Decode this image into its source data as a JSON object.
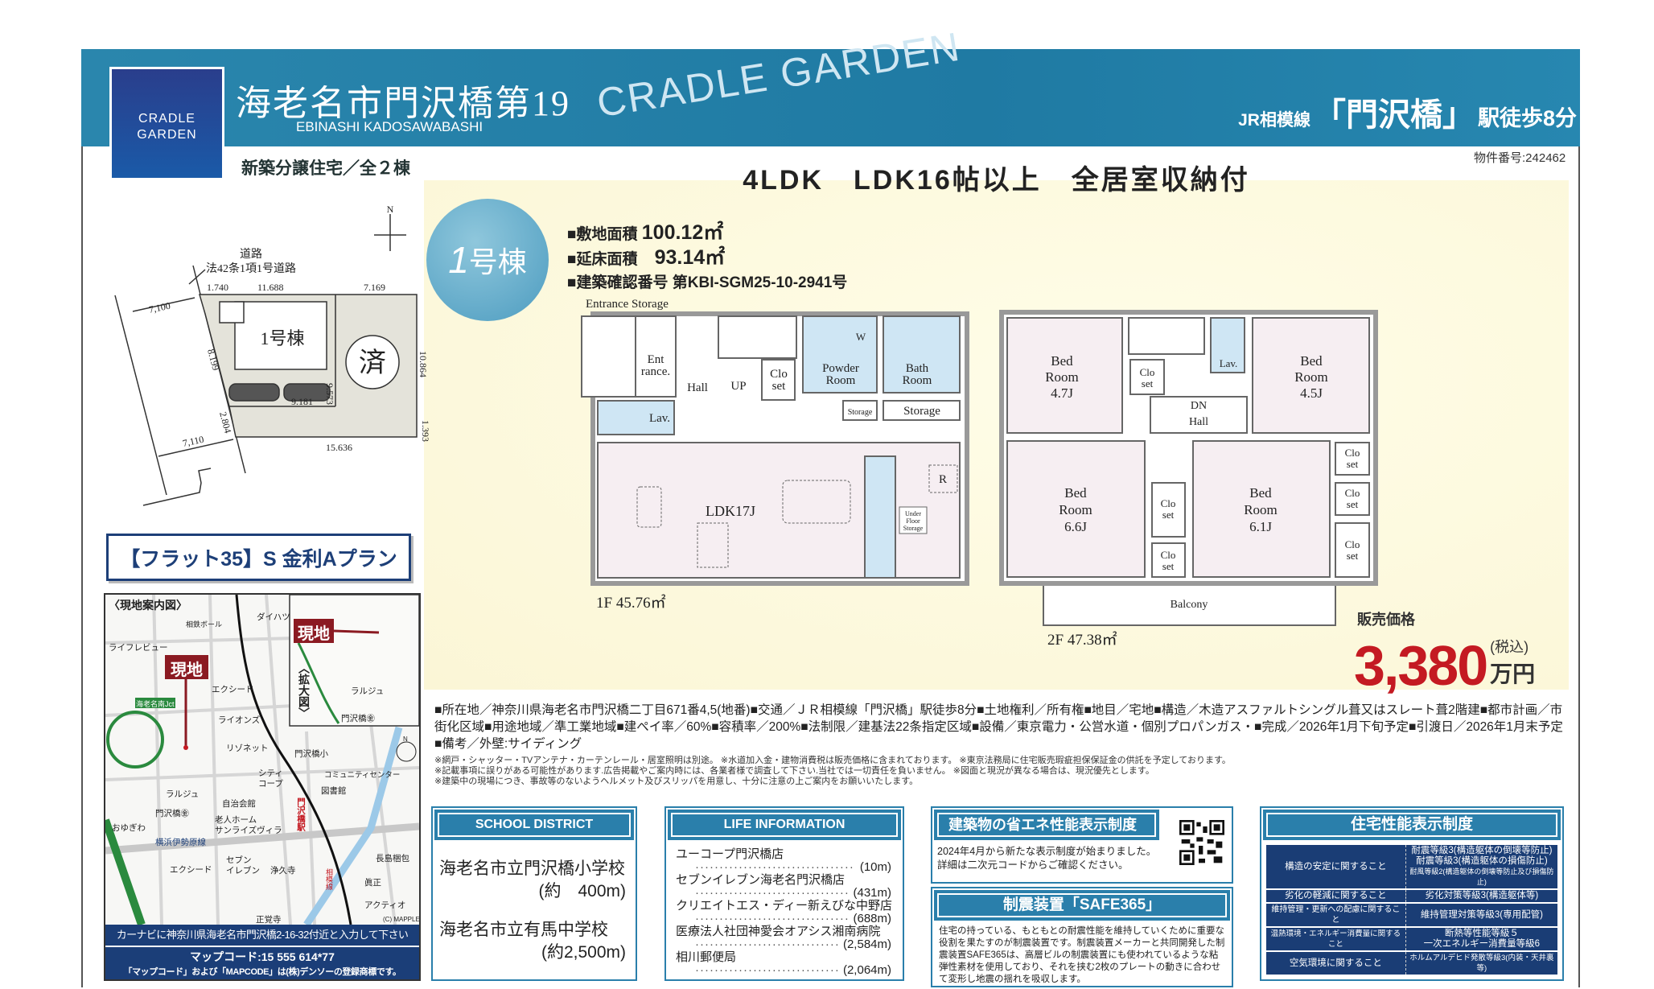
{
  "header": {
    "logo_line1": "CRADLE",
    "logo_line2": "GARDEN",
    "title": "海老名市門沢橋第19",
    "title_en": "EBINASHI KADOSAWABASHI",
    "brand_script": "CRADLE GARDEN",
    "station_line": "JR相模線",
    "station_name": "「門沢橋」",
    "station_walk": "駅徒歩8分",
    "subtitle": "新築分譲住宅／全２棟",
    "property_no": "物件番号:242462"
  },
  "headline": "4LDK　LDK16帖以上　全居室収納付",
  "building": {
    "badge_num": "1",
    "badge_label": "号棟",
    "site_area_label": "■敷地面積",
    "site_area": "100.12㎡",
    "floor_area_label": "■延床面積",
    "floor_area": "93.14㎡",
    "permit_label": "■建築確認番号",
    "permit": "第KBI-SGM25-10-2941号"
  },
  "plan_1f": {
    "entrance_storage": "Entrance Storage",
    "entrance_1": "Ent",
    "entrance_2": "rance.",
    "hall": "Hall",
    "up": "UP",
    "closet_1": "Clo",
    "closet_2": "set",
    "powder_1": "Powder",
    "powder_2": "Room",
    "washer": "W",
    "bath_1": "Bath",
    "bath_2": "Room",
    "storage_small": "Storage",
    "storage": "Storage",
    "lav": "Lav.",
    "ldk": "LDK17J",
    "fridge": "R",
    "underfloor_1": "Under",
    "underfloor_2": "Floor",
    "underfloor_3": "Storage",
    "area": "1F 45.76㎡"
  },
  "plan_2f": {
    "bed": "Bed",
    "room": "Room",
    "bed_a_size": "4.7J",
    "bed_b_size": "4.5J",
    "bed_c_size": "6.6J",
    "bed_d_size": "6.1J",
    "closet_1": "Clo",
    "closet_2": "set",
    "lav": "Lav.",
    "dn": "DN",
    "hall": "Hall",
    "balcony": "Balcony",
    "area": "2F 47.38㎡"
  },
  "site_plan": {
    "road": "道路",
    "road_type": "法42条1項1号道路",
    "building": "1号棟",
    "sold": "済",
    "north": "N",
    "dims": [
      "1.740",
      "11.688",
      "7.169",
      "7,100",
      "8.199",
      "10.864",
      "9.573",
      "9.181",
      "2.804",
      "7,110",
      "15.636",
      "1.393"
    ]
  },
  "price": {
    "label": "販売価格",
    "amount": "3,380",
    "tax": "(税込)",
    "unit": "万円",
    "color": "#c41a22"
  },
  "flat35": "【フラット35】S 金利Aプラン",
  "map": {
    "title": "〈現地案内図〉",
    "site": "現地",
    "inset": "〈拡大図〉",
    "labels": [
      "ダイハツ",
      "相鉄ボール",
      "ライフレビュー",
      "エクシード",
      "海老名南Jct",
      "ライオンズ",
      "リゾネット",
      "門沢橋小",
      "コミュニティセンター",
      "シティ",
      "コープ",
      "図書館",
      "ラルジュ",
      "門沢橋㊎",
      "自治会館",
      "おゆぎわ",
      "老人ホーム",
      "サンライズヴィラ",
      "横浜伊勢原線",
      "門沢橋駅",
      "長島梱包",
      "エクシード",
      "セブン",
      "イレブン",
      "浄久寺",
      "眞正",
      "アクティオ",
      "相模線",
      "正覚寺",
      "(C) MAPPLE",
      "ラルジュ",
      "門沢橋㊎",
      "N"
    ],
    "navi": "カーナビに神奈川県海老名市門沢橋2-16-32付近と入力して下さい",
    "mapcode": "マップコード:15 555 614*77",
    "trademark": "「マップコード」および「MAPCODE」は(株)デンソーの登録商標です。"
  },
  "info": "■所在地／神奈川県海老名市門沢橋二丁目671番4,5(地番)■交通／ＪＲ相模線「門沢橋」駅徒歩8分■土地権利／所有権■地目／宅地■構造／木造アスファルトシングル葺又はスレート葺2階建■都市計画／市街化区域■用途地域／準工業地域■建ぺイ率／60%■容積率／200%■法制限／建基法22条指定区域■設備／東京電力・公営水道・個別プロパンガス・■完成／2026年1月下旬予定■引渡日／2026年1月末予定■備考／外壁:サイディング",
  "notes": [
    "※網戸・シャッター・TVアンテナ・カーテンレール・居室照明は別途。 ※水道加入金・建物消費税は販売価格に含まれております。 ※東京法務局に住宅販売瑕疵担保保証金の供託を予定しております。",
    "※記載事項に誤りがある可能性があります.広告掲載やご案内時には、各業者様で調査して下さい.当社では一切責任を負いません。 ※図面と現況が異なる場合は、現況優先とします。",
    "※建築中の現場につき、事故等のないようヘルメット及びスリッパを用意し、十分に注意の上ご案内をお願いいたします。"
  ],
  "school": {
    "title": "SCHOOL DISTRICT",
    "items": [
      {
        "name": "海老名市立門沢橋小学校",
        "dist": "(約　400m)"
      },
      {
        "name": "海老名市立有馬中学校",
        "dist": "(約2,500m)"
      }
    ]
  },
  "life": {
    "title": "LIFE INFORMATION",
    "items": [
      {
        "name": "ユーコープ門沢橋店",
        "dist": "(10m)"
      },
      {
        "name": "セブンイレブン海老名門沢橋店",
        "dist": "(431m)"
      },
      {
        "name": "クリエイトエス・ディー新えびな中野店",
        "dist": "(688m)"
      },
      {
        "name": "医療法人社団神愛会オアシス湘南病院",
        "dist": "(2,584m)"
      },
      {
        "name": "相川郵便局",
        "dist": "(2,064m)"
      }
    ]
  },
  "eco": {
    "title": "建築物の省エネ性能表示制度",
    "line1": "2024年4月から新たな表示制度が始まりました。",
    "line2": "詳細は二次元コードからご確認ください。"
  },
  "safe": {
    "title": "制震装置「SAFE365」",
    "text": "住宅の持っている、もともとの耐震性能を維持していくために重要な役割を果たすのが制震装置です。制震装置メーカーと共同開発した制震装置SAFE365は、高層ビルの制震装置にも使われているような粘弾性素材を使用しており、それを挟む2枚のプレートの動きに合わせて変形し地震の揺れを吸収します。"
  },
  "performance": {
    "title": "住宅性能表示制度",
    "rows": [
      {
        "item": "構造の安定に関すること",
        "grade": [
          "耐震等級3(構造躯体の倒壊等防止)",
          "耐震等級3(構造躯体の損傷防止)",
          "耐風等級2(構造躯体の倒壊等防止及び損傷防止)"
        ]
      },
      {
        "item": "劣化の軽減に関すること",
        "grade": [
          "劣化対策等級3(構造躯体等)"
        ]
      },
      {
        "item": "維持管理・更新への配慮に関すること",
        "grade": [
          "維持管理対策等級3(専用配管)"
        ]
      },
      {
        "item": "温熱環境・エネルギー消費量に関すること",
        "grade": [
          "断熱等性能等級５",
          "一次エネルギー消費量等級6"
        ]
      },
      {
        "item": "空気環境に関すること",
        "grade": [
          "ホルムアルデヒド発散等級3(内装・天井裏等)"
        ]
      }
    ]
  },
  "colors": {
    "header_blue": "#2a86ad",
    "navy": "#1a3d75",
    "accent_red": "#c41a22",
    "wet_area_blue": "#cfe6f4",
    "room_pink": "#f6eef2"
  }
}
